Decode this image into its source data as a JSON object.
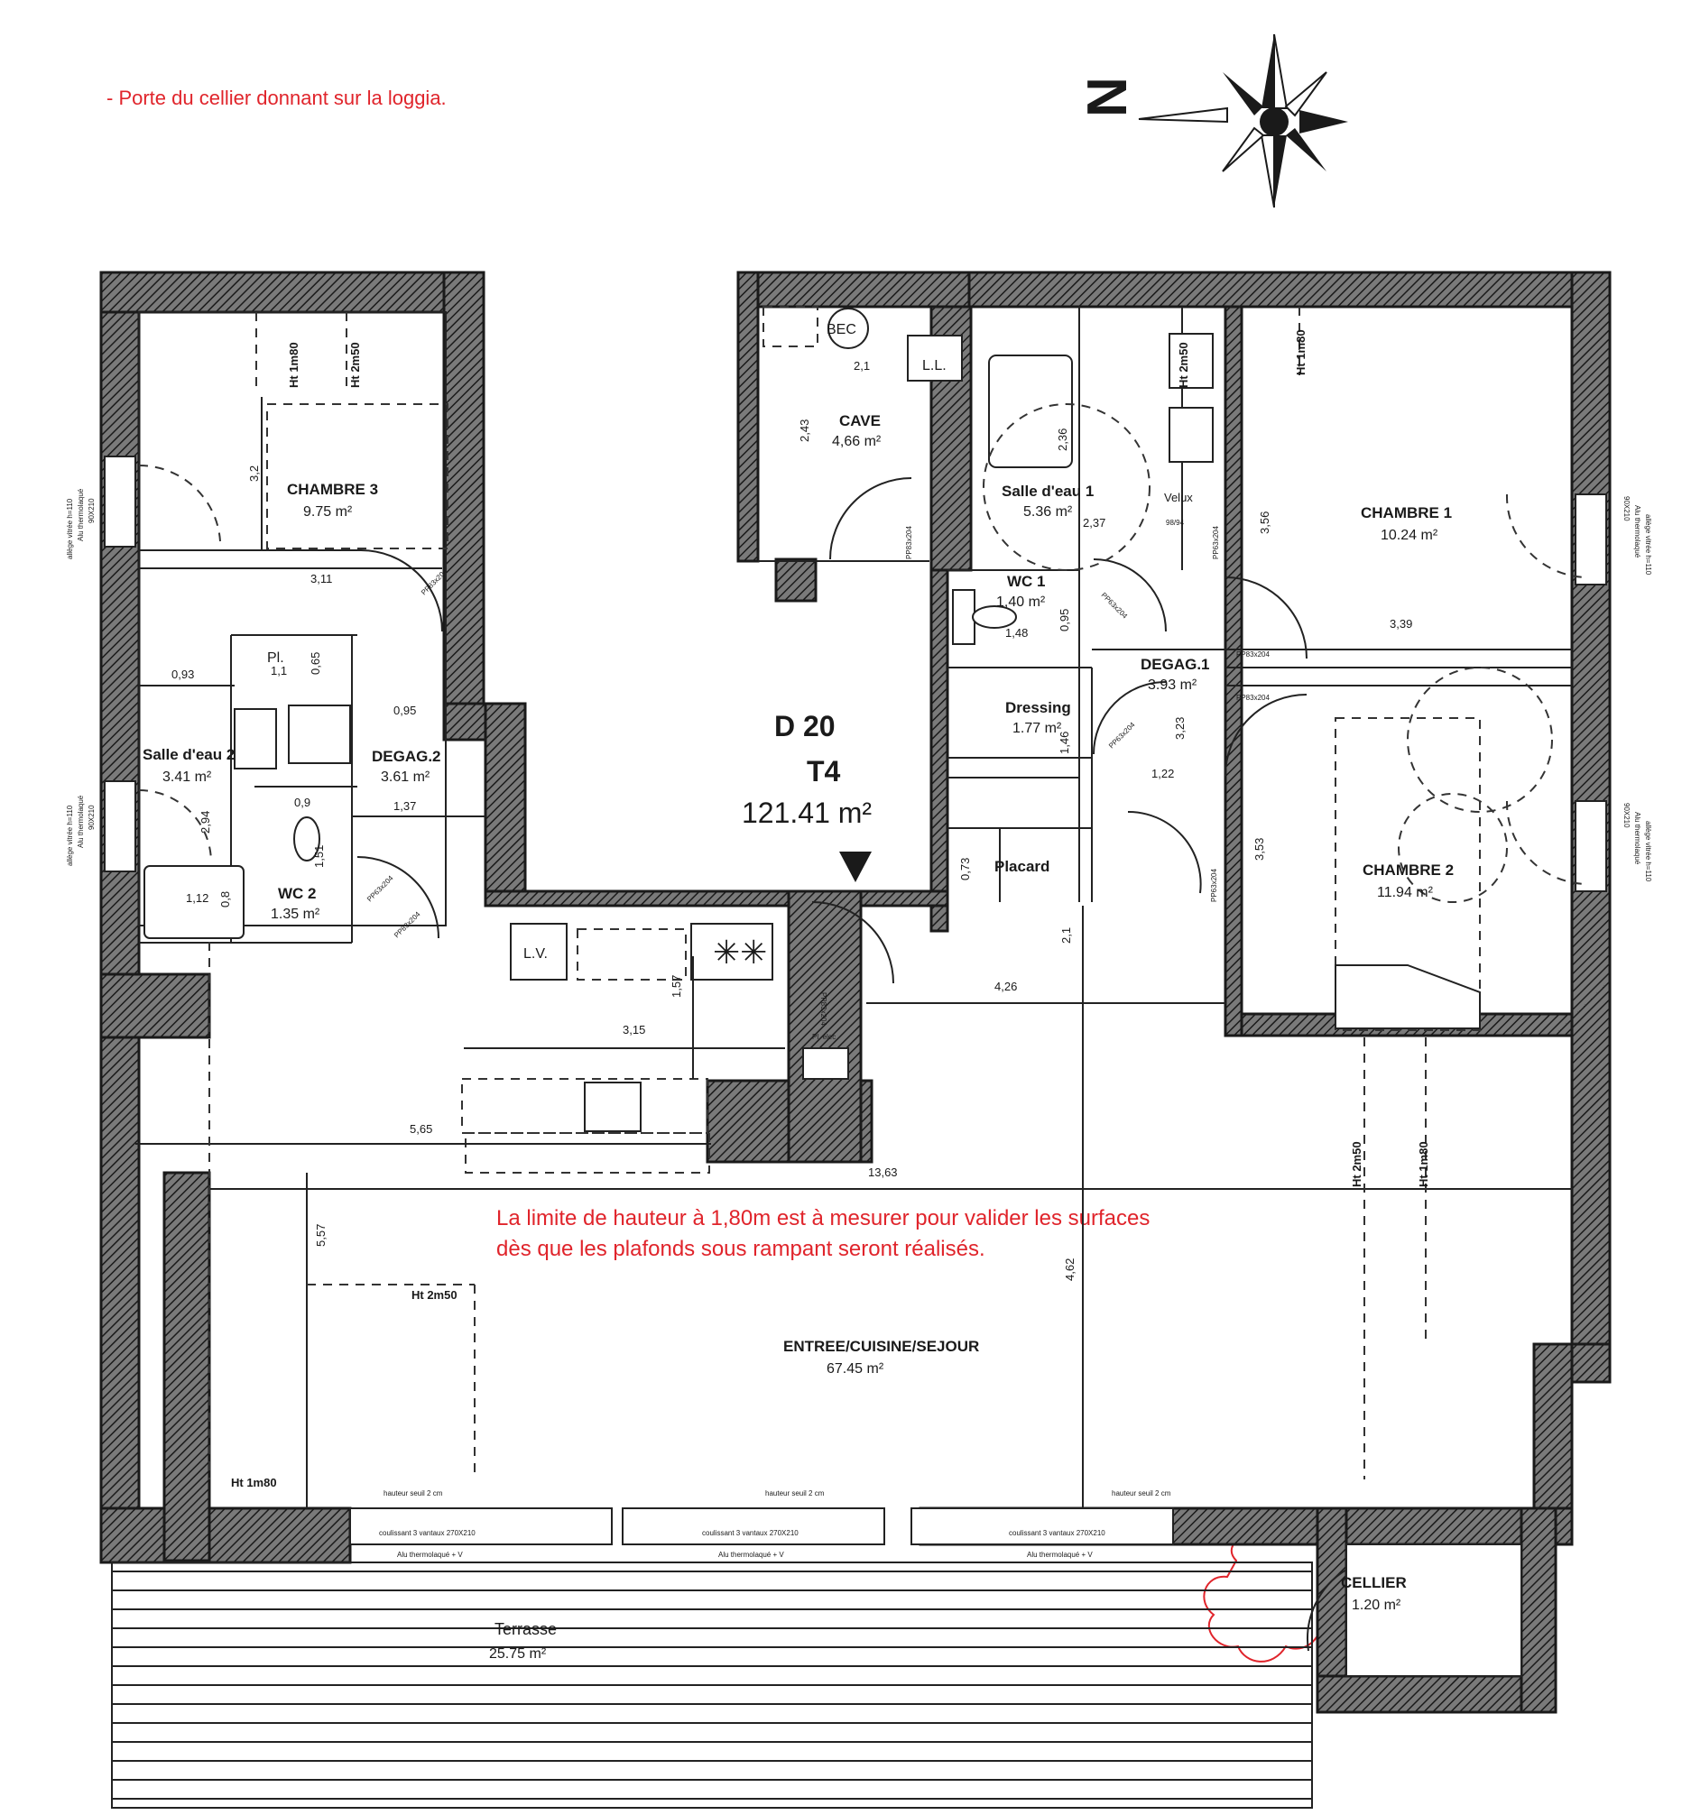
{
  "note_top": "- Porte du cellier donnant sur la loggia.",
  "note_height": [
    "La limite de hauteur à 1,80m est à mesurer pour valider les surfaces",
    "dès que les plafonds sous rampant seront réalisés."
  ],
  "unit": {
    "code": "D 20",
    "type": "T4",
    "total_area": "121.41 m²"
  },
  "compass_letter": "N",
  "colors": {
    "wall_hatch": "#1a1a1a",
    "annotation_red": "#e0242b"
  },
  "rooms": {
    "chambre3": {
      "name": "CHAMBRE 3",
      "area": "9.75 m²"
    },
    "cave": {
      "name": "CAVE",
      "area": "4,66 m²"
    },
    "salle_eau1": {
      "name": "Salle d'eau 1",
      "area": "5.36 m²"
    },
    "chambre1": {
      "name": "CHAMBRE 1",
      "area": "10.24 m²"
    },
    "wc1": {
      "name": "WC 1",
      "area": "1,40 m²"
    },
    "degag1": {
      "name": "DEGAG.1",
      "area": "3.93 m²"
    },
    "dressing": {
      "name": "Dressing",
      "area": "1.77 m²"
    },
    "placard": {
      "name": "Placard"
    },
    "chambre2": {
      "name": "CHAMBRE 2",
      "area": "11.94 m²"
    },
    "salle_eau2": {
      "name": "Salle d'eau 2",
      "area": "3.41 m²"
    },
    "degag2": {
      "name": "DEGAG.2",
      "area": "3.61 m²"
    },
    "wc2": {
      "name": "WC 2",
      "area": "1.35 m²"
    },
    "sejour": {
      "name": "ENTREE/CUISINE/SEJOUR",
      "area": "67.45 m²"
    },
    "terrasse": {
      "name": "Terrasse",
      "area": "25.75 m²"
    },
    "cellier": {
      "name": "CELLIER",
      "area": "1.20 m²"
    }
  },
  "fixtures": {
    "bec": "BEC",
    "ll": "L.L.",
    "lv": "L.V.",
    "pl": "Pl.",
    "velux": "Velux",
    "velux_size": "98/94",
    "pl_elec": "Pl. élec"
  },
  "dims": {
    "d_3_2": "3,2",
    "d_3_11": "3,11",
    "d_0_93": "0,93",
    "d_1_1": "1,1",
    "d_0_65": "0,65",
    "d_0_95a": "0,95",
    "d_1_37": "1,37",
    "d_2_94": "2,94",
    "d_1_12": "1,12",
    "d_0_8": "0,8",
    "d_0_9": "0,9",
    "d_1_51": "1,51",
    "d_2_1a": "2,1",
    "d_2_43": "2,43",
    "d_2_36": "2,36",
    "d_2_37": "2,37",
    "d_1_48": "1,48",
    "d_0_95b": "0,95",
    "d_3_56": "3,56",
    "d_3_39": "3,39",
    "d_3_23": "3,23",
    "d_1_46": "1,46",
    "d_1_22": "1,22",
    "d_0_73": "0,73",
    "d_3_53": "3,53",
    "d_2_1b": "2,1",
    "d_4_26": "4,26",
    "d_1_57": "1,57",
    "d_3_15": "3,15",
    "d_5_65": "5,65",
    "d_13_63": "13,63",
    "d_5_57": "5,57",
    "d_4_62": "4,62"
  },
  "heights": {
    "ht_1m80": "Ht 1m80",
    "ht_2m50": "Ht 2m50"
  },
  "openings": {
    "sill": "hauteur seuil 2 cm",
    "slider": "coulissant 3 vantaux 270X210",
    "slider_sub": "Alu thermolaqué + V",
    "window_note": "allège vitrée h=110",
    "window_note2": "Alu thermolaqué",
    "window_size": "90X210"
  },
  "doors": {
    "pp83": "PP83x204",
    "pp63": "PP63x204"
  }
}
